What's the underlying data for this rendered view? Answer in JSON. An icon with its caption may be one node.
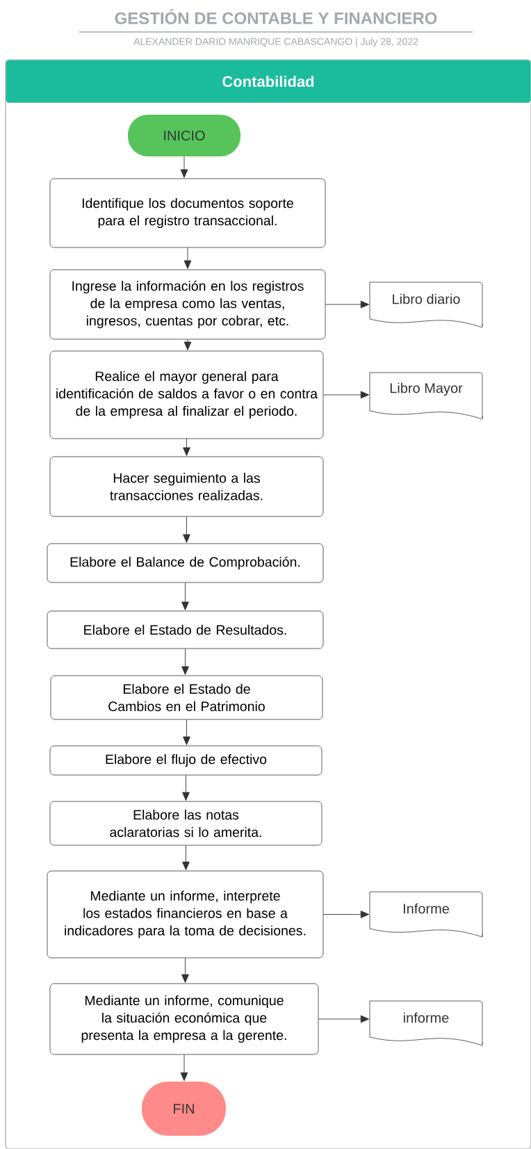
{
  "diagram": {
    "title": "GESTIÓN DE CONTABLE Y FINANCIERO",
    "nodes": [
      {
        "text": [
          "Contabilidad"
        ]
      },
      {
        "text": [
          "INICIO"
        ],
        "in": 0
      },
      {
        "text": [
          "Identifique los documentos soporte para el registro transaccional."
        ],
        "in": 0
      },
      {
        "text": [
          "Ingrese la información en los registros de la empresa como las ventas, ingresos, cuentas por cobrar, etc."
        ],
        "in": 0
      },
      {
        "text": [
          "Libro diario"
        ],
        "in": 0
      },
      {
        "text": [
          "Realice el mayor general para identificación de saldos a favor o en contra de la empresa al finalizar el periodo."
        ],
        "in": 0
      },
      {
        "text": [
          "Libro Mayor"
        ],
        "in": 0
      },
      {
        "text": [
          "Hacer seguimiento a las transacciones realizadas."
        ],
        "in": 0
      },
      {
        "text": [
          "Elabore el Balance de Comprobación."
        ],
        "in": 0
      },
      {
        "text": [
          "Elabore el Estado de Resultados."
        ],
        "in": 0
      },
      {
        "text": [
          "Elabore el Estado de Cambios en el Patrimonio"
        ],
        "in": 0
      },
      {
        "text": [
          "Elabore el flujo de efectivo"
        ],
        "in": 0
      },
      {
        "text": [
          "Elabore las notas aclaratorias si lo amerita."
        ],
        "in": 0
      },
      {
        "text": [
          "Mediante un informe, interprete los estados financieros en base a indicadores para la toma de decisiones."
        ],
        "in": 0
      },
      {
        "text": [
          "Informe"
        ],
        "in": 0
      },
      {
        "text": [
          "Mediante un informe, comunique la situación económica que presenta la empresa a la gerente."
        ],
        "in": 0
      },
      {
        "text": [
          "informe"
        ],
        "in": 0
      },
      {
        "text": [
          "FIN"
        ],
        "in": 0
      }
    ],
    "edges": [
      {
        "from": 1,
        "to": 2,
        "arrow": "to"
      },
      {
        "from": 2,
        "to": 3,
        "arrow": "to"
      },
      {
        "from": 3,
        "to": 4,
        "arrow": "to"
      },
      {
        "from": 3,
        "to": 5,
        "arrow": "to"
      },
      {
        "from": 5,
        "to": 6,
        "arrow": "to"
      },
      {
        "from": 5,
        "to": 7,
        "arrow": "to"
      },
      {
        "from": 7,
        "to": 8,
        "arrow": "to"
      },
      {
        "from": 8,
        "to": 9,
        "arrow": "to"
      },
      {
        "from": 9,
        "to": 10,
        "arrow": "to"
      },
      {
        "from": 10,
        "to": 11,
        "arrow": "to"
      },
      {
        "from": 11,
        "to": 12,
        "arrow": "to"
      },
      {
        "from": 12,
        "to": 13,
        "arrow": "to"
      },
      {
        "from": 13,
        "to": 14,
        "arrow": "to"
      },
      {
        "from": 13,
        "to": 15,
        "arrow": "to"
      },
      {
        "from": 15,
        "to": 16,
        "arrow": "to"
      },
      {
        "from": 15,
        "to": 17,
        "arrow": "to"
      }
    ],
    "labels": [
      "ALEXANDER DARIO MANRIQUE CABASCANGO  |  July 28, 2022"
    ]
  }
}
